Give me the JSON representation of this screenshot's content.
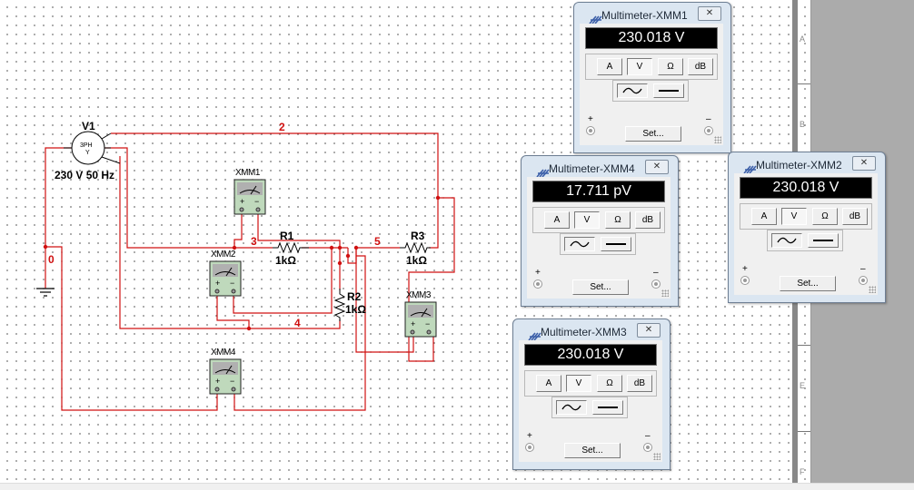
{
  "schematic": {
    "source": {
      "ref": "V1",
      "symbol_text": "3PH",
      "symbol_sub": "Y",
      "rating": "230 V 50 Hz"
    },
    "resistors": [
      {
        "ref": "R1",
        "value": "1kΩ"
      },
      {
        "ref": "R2",
        "value": "1kΩ"
      },
      {
        "ref": "R3",
        "value": "1kΩ"
      }
    ],
    "instruments": [
      "XMM1",
      "XMM2",
      "XMM3",
      "XMM4"
    ],
    "nets": [
      "0",
      "2",
      "3",
      "4",
      "5"
    ],
    "wire_color": "#d01010"
  },
  "ruler": {
    "labels": [
      "A",
      "B",
      "E",
      "F"
    ]
  },
  "multimeters": [
    {
      "title": "Multimeter-XMM1",
      "reading": "230.018 V",
      "modes": [
        "A",
        "V",
        "Ω",
        "dB"
      ],
      "active_mode": "V",
      "coupling": "AC",
      "set_label": "Set...",
      "plus": "+",
      "minus": "–"
    },
    {
      "title": "Multimeter-XMM4",
      "reading": "17.711 pV",
      "modes": [
        "A",
        "V",
        "Ω",
        "dB"
      ],
      "active_mode": "V",
      "coupling": "AC",
      "set_label": "Set...",
      "plus": "+",
      "minus": "–"
    },
    {
      "title": "Multimeter-XMM2",
      "reading": "230.018 V",
      "modes": [
        "A",
        "V",
        "Ω",
        "dB"
      ],
      "active_mode": "V",
      "coupling": "AC",
      "set_label": "Set...",
      "plus": "+",
      "minus": "–"
    },
    {
      "title": "Multimeter-XMM3",
      "reading": "230.018 V",
      "modes": [
        "A",
        "V",
        "Ω",
        "dB"
      ],
      "active_mode": "V",
      "coupling": "AC",
      "set_label": "Set...",
      "plus": "+",
      "minus": "–"
    }
  ],
  "icons": {
    "close": "close-icon",
    "logo": "multisim-logo-icon",
    "ac": "ac-sine-icon",
    "dc": "dc-line-icon"
  }
}
